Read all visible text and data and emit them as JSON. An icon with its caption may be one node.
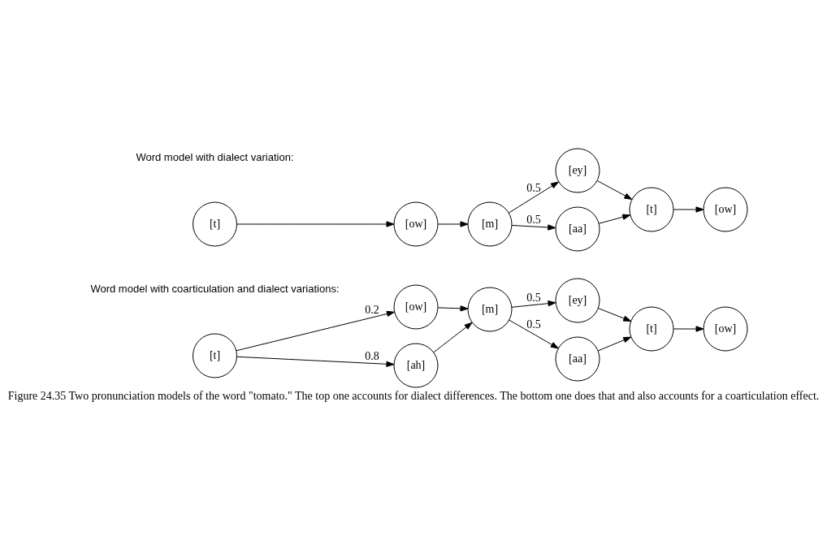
{
  "diagram": {
    "caption": "Figure 24.35 Two pronunciation models of the word \"tomato.\" The top one accounts for dialect differences. The bottom one does that and also accounts for a coarticulation effect.",
    "nodes": [
      {
        "text": [
          "[t]"
        ]
      },
      {
        "text": [
          "[ow]"
        ]
      },
      {
        "text": [
          "[m]"
        ]
      },
      {
        "text": [
          "[ey]"
        ]
      },
      {
        "text": [
          "[aa]"
        ]
      },
      {
        "text": [
          "[t]"
        ]
      },
      {
        "text": [
          "[ow]"
        ]
      },
      {
        "text": [
          "[t]"
        ]
      },
      {
        "text": [
          "[ow]"
        ]
      },
      {
        "text": [
          "[ah]"
        ]
      },
      {
        "text": [
          "[m]"
        ]
      },
      {
        "text": [
          "[ey]"
        ]
      },
      {
        "text": [
          "[aa]"
        ]
      },
      {
        "text": [
          "[t]"
        ]
      },
      {
        "text": [
          "[ow]"
        ]
      }
    ],
    "edges": [
      {
        "from": 0,
        "to": 1,
        "arrow": "to"
      },
      {
        "from": 1,
        "to": 2,
        "arrow": "to"
      },
      {
        "from": 2,
        "to": 3,
        "arrow": "to",
        "label": "0.5"
      },
      {
        "from": 2,
        "to": 4,
        "arrow": "to",
        "label": "0.5"
      },
      {
        "from": 3,
        "to": 5,
        "arrow": "to"
      },
      {
        "from": 4,
        "to": 5,
        "arrow": "to"
      },
      {
        "from": 5,
        "to": 6,
        "arrow": "to"
      },
      {
        "from": 7,
        "to": 8,
        "arrow": "to",
        "label": "0.2"
      },
      {
        "from": 7,
        "to": 9,
        "arrow": "to",
        "label": "0.8"
      },
      {
        "from": 8,
        "to": 10,
        "arrow": "to"
      },
      {
        "from": 9,
        "to": 10,
        "arrow": "to"
      },
      {
        "from": 10,
        "to": 11,
        "arrow": "to",
        "label": "0.5"
      },
      {
        "from": 10,
        "to": 12,
        "arrow": "to",
        "label": "0.5"
      },
      {
        "from": 11,
        "to": 13,
        "arrow": "to"
      },
      {
        "from": 12,
        "to": 13,
        "arrow": "to"
      },
      {
        "from": 13,
        "to": 14,
        "arrow": "to"
      }
    ],
    "labels": [
      "Word model with dialect variation:",
      "Word model with coarticulation and dialect variations:"
    ]
  }
}
